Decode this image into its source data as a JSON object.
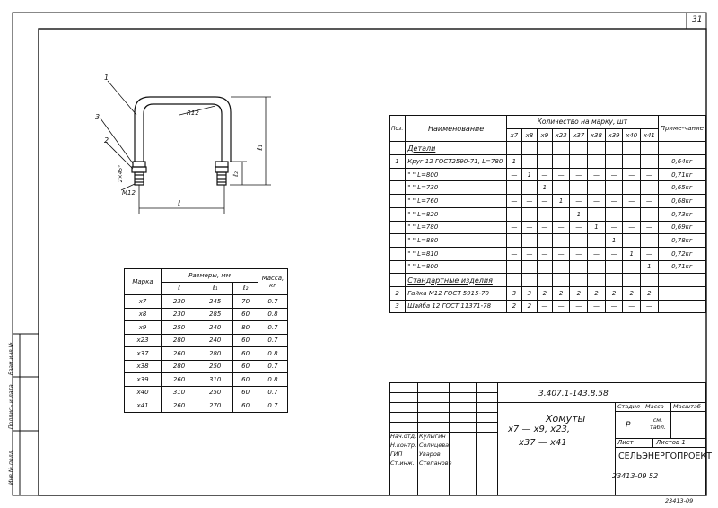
{
  "page_number": "31",
  "side_stamp": [
    "Инв.№ подл.",
    "Подпись и дата",
    "Взам.инв.№"
  ],
  "drawing": {
    "labels": {
      "pos1": "1",
      "pos2": "2",
      "pos3": "3",
      "radius": "R12",
      "l": "ℓ",
      "l1": "ℓ₁",
      "l2": "ℓ₂",
      "chamfer": "2×45°",
      "thread": "М12"
    }
  },
  "dim_table": {
    "headers": {
      "mark": "Марка",
      "sizes": "Размеры, мм",
      "mass": "Масса, кг",
      "l": "ℓ",
      "l1": "ℓ₁",
      "l2": "ℓ₂"
    },
    "rows": [
      [
        "х7",
        "230",
        "245",
        "70",
        "0.7"
      ],
      [
        "х8",
        "230",
        "285",
        "60",
        "0.8"
      ],
      [
        "х9",
        "250",
        "240",
        "80",
        "0.7"
      ],
      [
        "х23",
        "280",
        "240",
        "60",
        "0.7"
      ],
      [
        "х37",
        "260",
        "280",
        "60",
        "0.8"
      ],
      [
        "х38",
        "280",
        "250",
        "60",
        "0.7"
      ],
      [
        "х39",
        "260",
        "310",
        "60",
        "0.8"
      ],
      [
        "х40",
        "310",
        "250",
        "60",
        "0.7"
      ],
      [
        "х41",
        "260",
        "270",
        "60",
        "0.7"
      ]
    ]
  },
  "spec_table": {
    "headers": {
      "pos": "Поз.",
      "name": "Наименование",
      "qty": "Количество на марку, шт",
      "note": "Приме-чание",
      "marks": [
        "х7",
        "х8",
        "х9",
        "х23",
        "х37",
        "х38",
        "х39",
        "х40",
        "х41"
      ]
    },
    "section_details": "Детали",
    "section_standard": "Стандартные изделия",
    "rows": [
      {
        "pos": "1",
        "name": "Круг 12 ГОСТ2590-71, L=780",
        "q": [
          "1",
          "—",
          "—",
          "—",
          "—",
          "—",
          "—",
          "—",
          "—"
        ],
        "note": "0,64кг"
      },
      {
        "pos": "",
        "name": "\"      \"      L=800",
        "q": [
          "—",
          "1",
          "—",
          "—",
          "—",
          "—",
          "—",
          "—",
          "—"
        ],
        "note": "0,71кг"
      },
      {
        "pos": "",
        "name": "\"      \"      L=730",
        "q": [
          "—",
          "—",
          "1",
          "—",
          "—",
          "—",
          "—",
          "—",
          "—"
        ],
        "note": "0,65кг"
      },
      {
        "pos": "",
        "name": "\"      \"      L=760",
        "q": [
          "—",
          "—",
          "—",
          "1",
          "—",
          "—",
          "—",
          "—",
          "—"
        ],
        "note": "0,68кг"
      },
      {
        "pos": "",
        "name": "\"      \"      L=820",
        "q": [
          "—",
          "—",
          "—",
          "—",
          "1",
          "—",
          "—",
          "—",
          "—"
        ],
        "note": "0,73кг"
      },
      {
        "pos": "",
        "name": "\"      \"      L=780",
        "q": [
          "—",
          "—",
          "—",
          "—",
          "—",
          "1",
          "—",
          "—",
          "—"
        ],
        "note": "0,69кг"
      },
      {
        "pos": "",
        "name": "\"      \"      L=880",
        "q": [
          "—",
          "—",
          "—",
          "—",
          "—",
          "—",
          "1",
          "—",
          "—"
        ],
        "note": "0,78кг"
      },
      {
        "pos": "",
        "name": "\"      \"      L=810",
        "q": [
          "—",
          "—",
          "—",
          "—",
          "—",
          "—",
          "—",
          "1",
          "—"
        ],
        "note": "0,72кг"
      },
      {
        "pos": "",
        "name": "\"      \"      L=800",
        "q": [
          "—",
          "—",
          "—",
          "—",
          "—",
          "—",
          "—",
          "—",
          "1"
        ],
        "note": "0,71кг"
      },
      {
        "pos": "2",
        "name": "Гайка М12 ГОСТ 5915-70",
        "q": [
          "3",
          "3",
          "2",
          "2",
          "2",
          "2",
          "2",
          "2",
          "2"
        ],
        "note": ""
      },
      {
        "pos": "3",
        "name": "Шайба 12 ГОСТ 11371-78",
        "q": [
          "2",
          "2",
          "—",
          "—",
          "—",
          "—",
          "—",
          "—",
          "—"
        ],
        "note": ""
      }
    ]
  },
  "stamp": {
    "doc_code": "3.407.1-143.8.58",
    "title_line1": "Хомуты",
    "title_line2": "х7 — х9,     х23,",
    "title_line3": "х37 — х41",
    "stage_label": "Стадия",
    "mass_label": "Масса",
    "scale_label": "Масштаб",
    "stage": "Р",
    "mass_value": "см. табл.",
    "sheet_label": "Лист",
    "sheets_label": "Листов 1",
    "org": "СЕЛЬЭНЕРГОПРОЕКТ",
    "people": [
      {
        "role": "Нач.отд.",
        "name": "Кулыгин"
      },
      {
        "role": "Н.контр.",
        "name": "Солнцева"
      },
      {
        "role": "ГИП",
        "name": "Уваров"
      },
      {
        "role": "Ст.инж.",
        "name": "Степанова"
      }
    ]
  },
  "footer_left": "23413-09   52",
  "footer_right": "23413-09"
}
